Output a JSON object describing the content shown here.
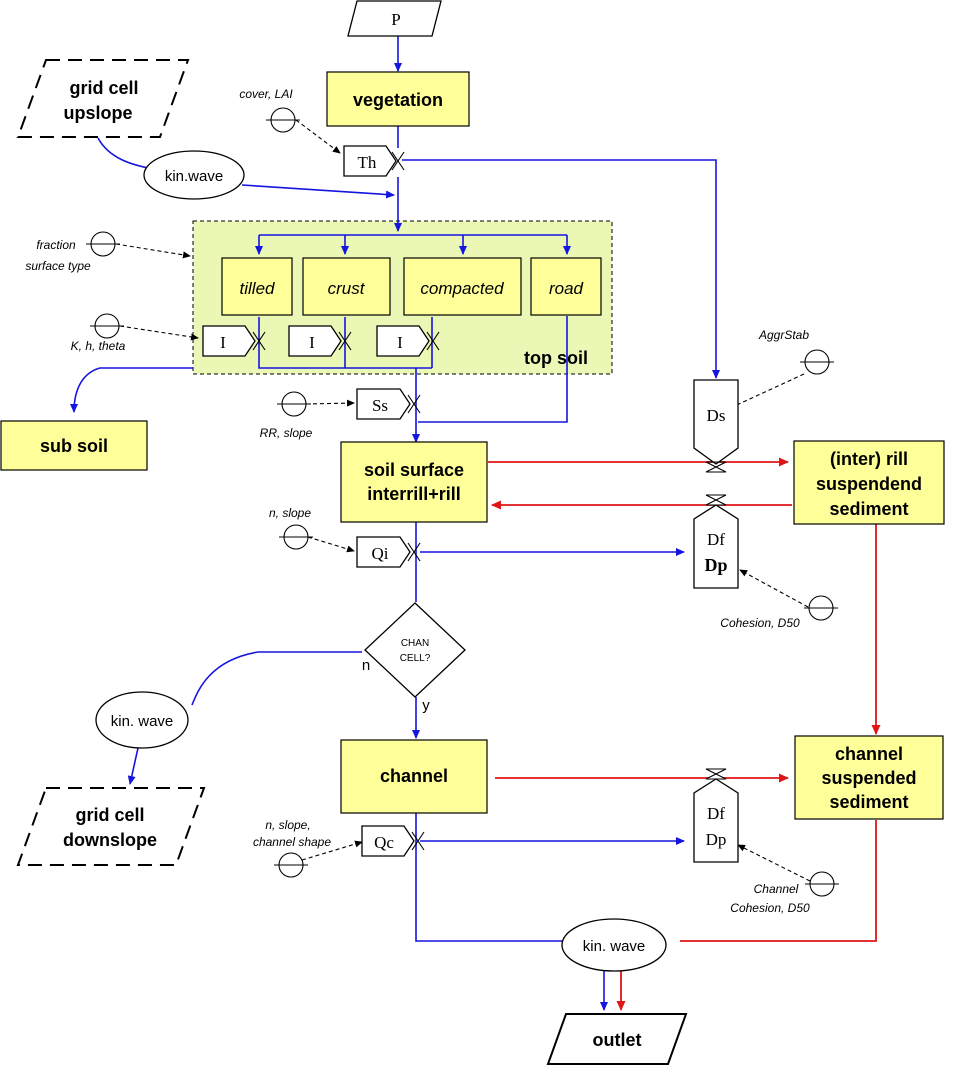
{
  "nodes": {
    "p": "P",
    "vegetation": "vegetation",
    "grid_cell_upslope": [
      "grid cell",
      "upslope"
    ],
    "kin_wave_top": "kin.wave",
    "th": "Th",
    "tilled": "tilled",
    "crust": "crust",
    "compacted": "compacted",
    "road": "road",
    "i": "I",
    "top_soil": "top soil",
    "sub_soil": "sub soil",
    "ss": "Ss",
    "ds": "Ds",
    "soil_surface": [
      "soil surface",
      "interrill+rill"
    ],
    "inter_rill": [
      "(inter) rill",
      "suspendend",
      "sediment"
    ],
    "qi": "Qi",
    "df": "Df",
    "dp": "Dp",
    "chan_cell": [
      "CHAN",
      "CELL?"
    ],
    "n": "n",
    "y": "y",
    "kin_wave_left": "kin. wave",
    "grid_cell_downslope": [
      "grid cell",
      "downslope"
    ],
    "channel": "channel",
    "channel_sed": [
      "channel",
      "suspended",
      "sediment"
    ],
    "qc": "Qc",
    "kin_wave_bottom": "kin. wave",
    "outlet": "outlet"
  },
  "parameters": {
    "cover_lai": "cover, LAI",
    "fraction": [
      "fraction",
      "surface type"
    ],
    "k_h_theta": "K, h, theta",
    "rr_slope": "RR, slope",
    "aggr_stab": "AggrStab",
    "n_slope": "n, slope",
    "cohesion_d50": "Cohesion, D50",
    "n_slope_shape": [
      "n, slope,",
      "channel shape"
    ],
    "channel_cohesion": [
      "Channel",
      "Cohesion, D50"
    ]
  },
  "colors": {
    "water_flow": "#1515e0",
    "sediment_flow": "#e01515",
    "process_box": "#ffff99",
    "top_soil_area": "#eaf7b5"
  }
}
